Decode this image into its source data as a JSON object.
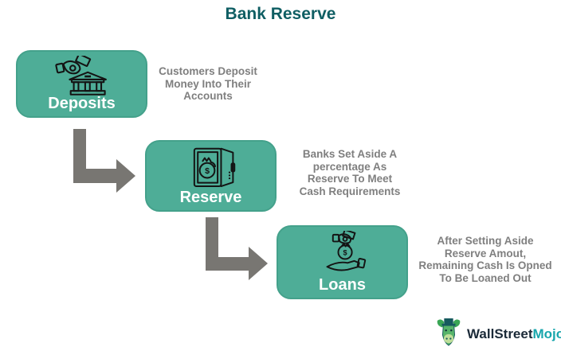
{
  "title": "Bank Reserve",
  "steps": [
    {
      "label": "Deposits",
      "icon": "bank-deposit-icon",
      "description_lines": [
        "Customers Deposit",
        "Money Into Their",
        "Accounts"
      ]
    },
    {
      "label": "Reserve",
      "icon": "safe-money-icon",
      "description_lines": [
        "Banks Set Aside A",
        "percentage As",
        "Reserve To Meet",
        "Cash Requirements"
      ]
    },
    {
      "label": "Loans",
      "icon": "hand-loan-icon",
      "description_lines": [
        "After Setting Aside",
        "Reserve Amout,",
        "Remaining Cash Is Opned",
        "To Be Loaned Out"
      ]
    }
  ],
  "logo": {
    "brand_part1": "WallStreet",
    "brand_part2": "Mojo",
    "icon": "bull-mascot-icon"
  },
  "colors": {
    "box_fill": "#4ead97",
    "box_border": "#44a18b",
    "title_text": "#0f5e63",
    "description_text": "#7f7f7f",
    "arrow": "#787672",
    "box_label_text": "#ffffff",
    "icon_stroke": "#141414",
    "logo_text_dark": "#1b2a38",
    "logo_text_teal": "#18a6ac"
  }
}
